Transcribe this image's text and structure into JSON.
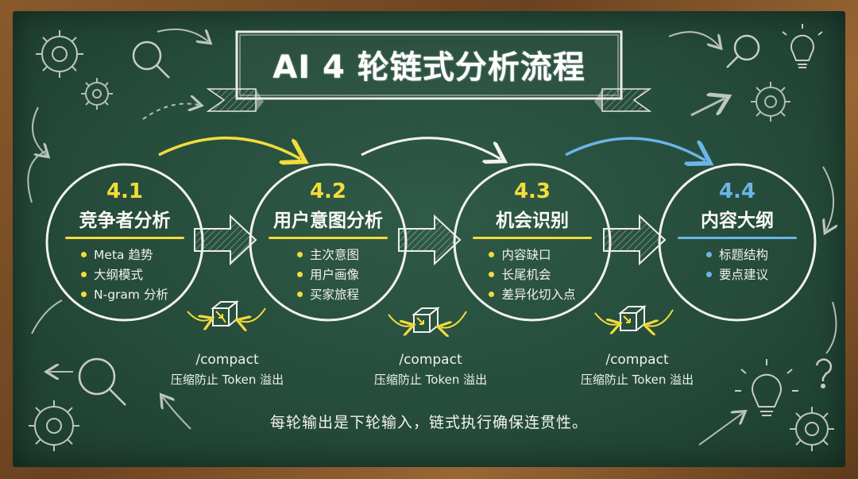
{
  "title": "AI 4 轮链式分析流程",
  "colors": {
    "board": "#264c3b",
    "chalk": "#f2f2ec",
    "yellow": "#f3dc3c",
    "blue": "#6bb5e8",
    "wood": "#8a5a2b"
  },
  "stages": [
    {
      "number": "4.1",
      "name": "竞争者分析",
      "accent": "yellow",
      "items": [
        "Meta 趋势",
        "大纲模式",
        "N-gram 分析"
      ]
    },
    {
      "number": "4.2",
      "name": "用户意图分析",
      "accent": "yellow",
      "items": [
        "主次意图",
        "用户画像",
        "买家旅程"
      ]
    },
    {
      "number": "4.3",
      "name": "机会识别",
      "accent": "yellow",
      "items": [
        "内容缺口",
        "长尾机会",
        "差异化切入点"
      ]
    },
    {
      "number": "4.4",
      "name": "内容大纲",
      "accent": "blue",
      "items": [
        "标题结构",
        "要点建议"
      ]
    }
  ],
  "compacts": [
    {
      "command": "/compact",
      "description": "压缩防止 Token 溢出"
    },
    {
      "command": "/compact",
      "description": "压缩防止 Token 溢出"
    },
    {
      "command": "/compact",
      "description": "压缩防止 Token 溢出"
    }
  ],
  "footer": "每轮输出是下轮输入，链式执行确保连贯性。",
  "icons": [
    "gear-icon",
    "magnifier-icon",
    "lightbulb-icon",
    "question-mark-icon",
    "compress-box-icon",
    "arrow-icon"
  ]
}
